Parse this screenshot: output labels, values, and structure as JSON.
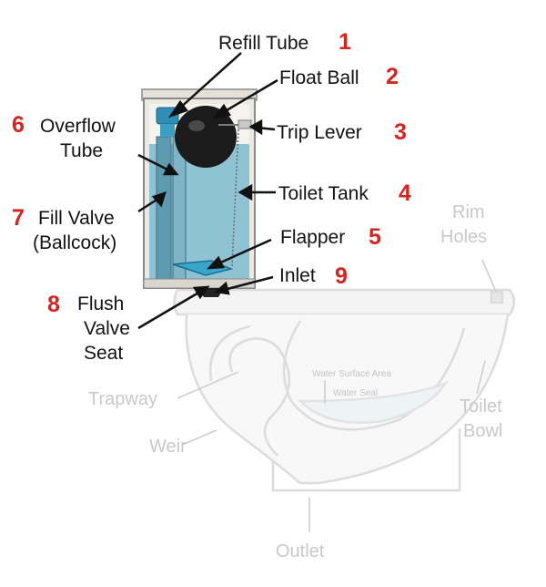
{
  "tank_parts": [
    {
      "number": "1",
      "label": "Refill Tube"
    },
    {
      "number": "2",
      "label": "Float Ball"
    },
    {
      "number": "3",
      "label": "Trip Lever"
    },
    {
      "number": "4",
      "label": "Toilet Tank"
    },
    {
      "number": "5",
      "label": "Flapper"
    },
    {
      "number": "6",
      "label_lines": [
        "Overflow",
        "Tube"
      ]
    },
    {
      "number": "7",
      "label_lines": [
        "Fill Valve",
        "(Ballcock)"
      ]
    },
    {
      "number": "8",
      "label_lines": [
        "Flush",
        "Valve",
        "Seat"
      ]
    },
    {
      "number": "9",
      "label": "Inlet"
    }
  ],
  "bowl_parts": {
    "rim_holes": [
      "Rim",
      "Holes"
    ],
    "trapway": "Trapway",
    "weir": "Weir",
    "toilet_bowl": [
      "Toilet",
      "Bowl"
    ],
    "outlet": "Outlet",
    "water_surface_area": "Water Surface Area",
    "water_seal": "Water Seal"
  },
  "colors": {
    "label_number": "#d9231f",
    "water": "#8fc3d3",
    "refill_cap": "#2f8fb5",
    "float_ball": "#1b1b1b",
    "flapper": "#3aa6cc",
    "faded_bowl_outline": "#dcdcdc"
  }
}
